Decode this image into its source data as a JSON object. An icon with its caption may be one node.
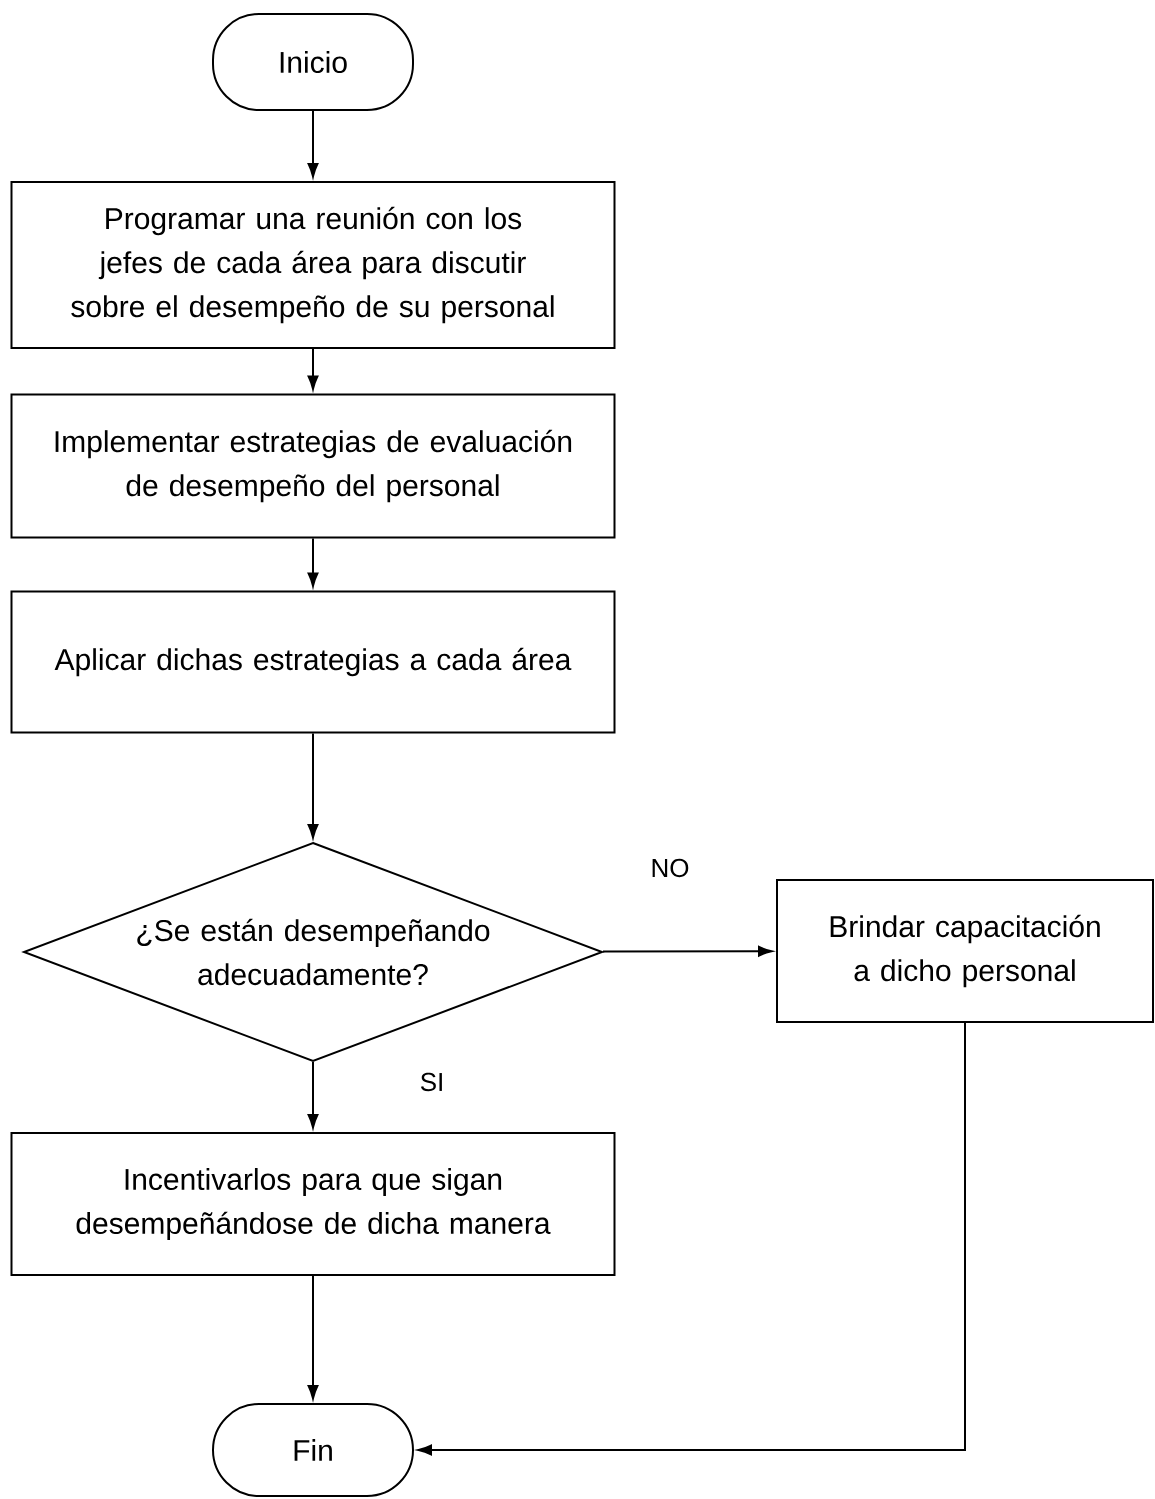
{
  "diagram": {
    "nodes": [
      {
        "text": [
          "Inicio"
        ]
      },
      {
        "text": [
          "Programar una reunión con los jefes de cada área para discutir sobre el desempeño de su personal"
        ]
      },
      {
        "text": [
          "Implementar estrategias de evaluación de desempeño del personal"
        ]
      },
      {
        "text": [
          "Aplicar dichas estrategias a cada área"
        ]
      },
      {
        "text": [
          "¿Se están desempeñando adecuadamente?"
        ]
      },
      {
        "text": [
          "Brindar capacitación a dicho personal"
        ]
      },
      {
        "text": [
          "Incentivarlos para que sigan desempeñándose de dicha manera"
        ]
      },
      {
        "text": [
          "Fin"
        ]
      }
    ],
    "edges": [
      {
        "from": 0,
        "to": 1,
        "arrow": "to"
      },
      {
        "from": 1,
        "to": 2,
        "arrow": "to"
      },
      {
        "from": 2,
        "to": 3,
        "arrow": "to"
      },
      {
        "from": 3,
        "to": 4,
        "arrow": "to"
      },
      {
        "from": 4,
        "to": 5,
        "arrow": "to",
        "label": "NO"
      },
      {
        "from": 4,
        "to": 6,
        "arrow": "to",
        "label": "SI"
      },
      {
        "from": 6,
        "to": 7,
        "arrow": "to"
      },
      {
        "from": 5,
        "to": 7,
        "arrow": "to"
      }
    ]
  }
}
